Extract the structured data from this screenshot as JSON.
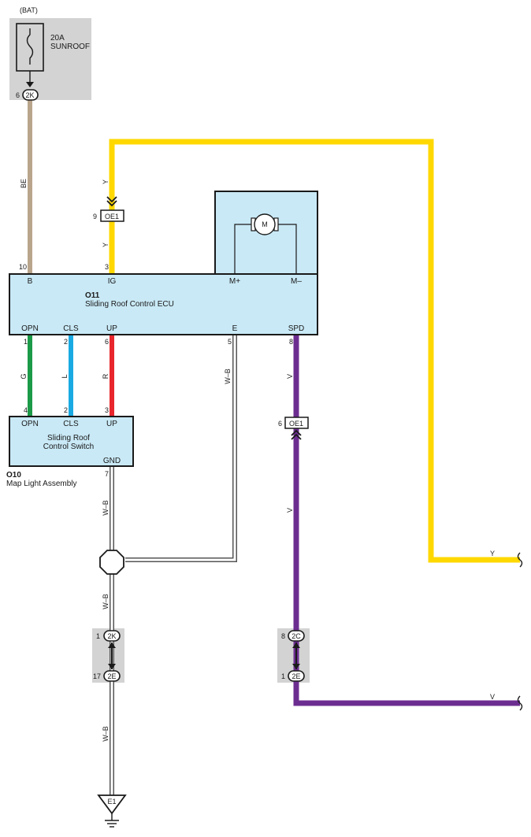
{
  "colors": {
    "block_fill": "#c9e9f6",
    "gray_box": "#d3d3d3",
    "wire_BE": "#b9a48c",
    "wire_Y": "#ffd800",
    "wire_G": "#1b9a47",
    "wire_L": "#19aae3",
    "wire_R": "#e8262d",
    "wire_V": "#6c2d90",
    "wire_WB_core": "#ffffff",
    "wire_WB_edge": "#555555"
  },
  "power": {
    "source": "(BAT)",
    "fuse_amp": "20A",
    "fuse_name": "SUNROOF",
    "connector": "2K",
    "pin": "6"
  },
  "wires": {
    "BE": "BE",
    "Y_top": "Y",
    "Y_mid": "Y",
    "Y_right": "Y",
    "G": "G",
    "L": "L",
    "R": "R",
    "WB_ecu": "W–B",
    "WB_upper": "W–B",
    "WB_mid": "W–B",
    "WB_lower": "W–B",
    "V_upper": "V",
    "V_mid": "V",
    "V_right": "V"
  },
  "inline_connectors": {
    "oe1_top": {
      "label": "OE1",
      "pin": "9"
    },
    "oe1_mid": {
      "label": "OE1",
      "pin": "6"
    }
  },
  "ecu": {
    "id": "O11",
    "name": "Sliding Roof Control ECU",
    "motor_symbol": "M",
    "top_terminals": [
      {
        "name": "B",
        "pin": "10"
      },
      {
        "name": "IG",
        "pin": "3"
      },
      {
        "name": "M+",
        "pin": ""
      },
      {
        "name": "M–",
        "pin": ""
      }
    ],
    "bottom_terminals": [
      {
        "name": "OPN",
        "pin": "1"
      },
      {
        "name": "CLS",
        "pin": "2"
      },
      {
        "name": "UP",
        "pin": "6"
      },
      {
        "name": "E",
        "pin": "5"
      },
      {
        "name": "SPD",
        "pin": "8"
      }
    ]
  },
  "switch": {
    "id": "O10",
    "assembly": "Map Light Assembly",
    "name_line1": "Sliding Roof",
    "name_line2": "Control Switch",
    "top_terminals": [
      {
        "name": "OPN",
        "pin": "4"
      },
      {
        "name": "CLS",
        "pin": "2"
      },
      {
        "name": "UP",
        "pin": "3"
      }
    ],
    "gnd_label": "GND",
    "gnd_pin": "7"
  },
  "joints": {
    "left_top": {
      "connector": "2K",
      "pin": "1"
    },
    "left_bottom": {
      "connector": "2E",
      "pin": "17"
    },
    "right_top": {
      "connector": "2C",
      "pin": "8"
    },
    "right_bottom": {
      "connector": "2E",
      "pin": "1"
    }
  },
  "ground": {
    "label": "E1"
  }
}
